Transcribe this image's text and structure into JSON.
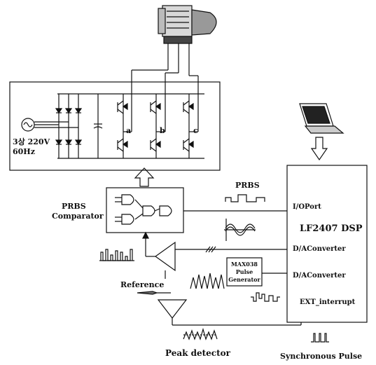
{
  "colors": {
    "ink": "#111111",
    "motor_body": "#d8d8d8",
    "paper": "#ffffff"
  },
  "icons": [
    "motor-icon",
    "laptop-icon",
    "ac-source-icon"
  ],
  "labels": {
    "source_line1": "3상 220V",
    "source_line2": "60Hz",
    "phase_a": "a",
    "phase_b": "b",
    "phase_c": "c",
    "prbs_top": "PRBS",
    "prbs_comparator_line1": "PRBS",
    "prbs_comparator_line2": "Comparator",
    "reference": "Reference",
    "dsp_title": "LF2407 DSP",
    "io_port": "I/OPort",
    "dac1": "D/AConverter",
    "dac2": "D/AConverter",
    "ext_interrupt": "EXT_interrupt",
    "max_line1": "MAX038",
    "max_line2": "Pulse",
    "max_line3": "Generator",
    "peak_detector": "Peak detector",
    "sync_pulse": "Synchronous Pulse"
  }
}
